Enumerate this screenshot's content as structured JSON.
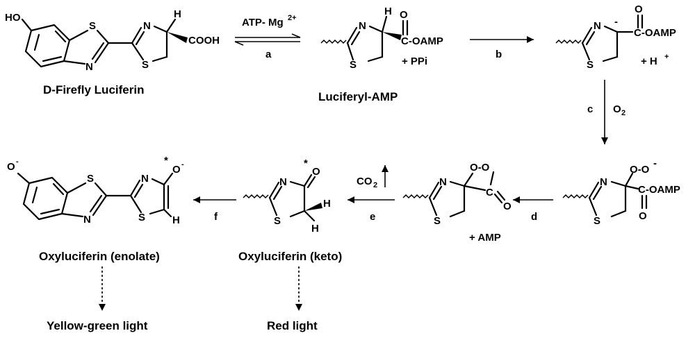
{
  "compounds": {
    "d_luciferin": "D-Firefly Luciferin",
    "luciferyl_amp": "Luciferyl-AMP",
    "oxy_enolate": "Oxyluciferin (enolate)",
    "oxy_keto": "Oxyluciferin (keto)"
  },
  "lights": {
    "yellow_green": "Yellow-green light",
    "red": "Red light"
  },
  "steps": {
    "a": "a",
    "b": "b",
    "c": "c",
    "d": "d",
    "e": "e",
    "f": "f"
  },
  "reagents": {
    "atp_mg": "ATP- Mg",
    "atp_mg_sup": "2+",
    "ppi": "+ PPi",
    "h_plus": "+ H",
    "h_plus_sup": "+",
    "o2": "O",
    "o2_sub": "2",
    "co2": "CO",
    "co2_sub": "2",
    "amp": "+ AMP"
  },
  "atoms": {
    "HO": "HO",
    "S": "S",
    "N": "N",
    "H": "H",
    "O": "O",
    "COOH": "COOH",
    "C_OAMP": "C-OAMP",
    "OAMP": "-OAMP",
    "C": "C",
    "minus": "-",
    "star": "*",
    "O_minus": "O",
    "OO": "O-O"
  }
}
